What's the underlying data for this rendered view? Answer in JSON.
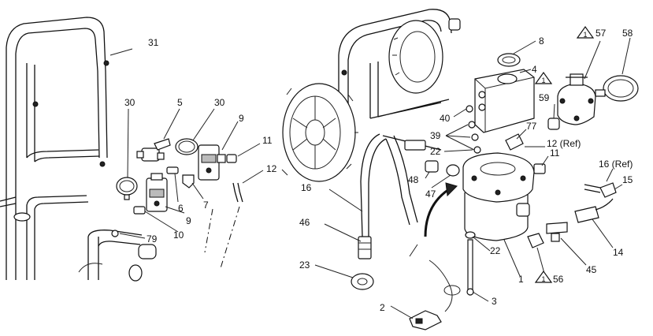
{
  "callouts": [
    {
      "id": "31",
      "text": "31"
    },
    {
      "id": "30a",
      "text": "30"
    },
    {
      "id": "5",
      "text": "5"
    },
    {
      "id": "30b",
      "text": "30"
    },
    {
      "id": "9a",
      "text": "9"
    },
    {
      "id": "11a",
      "text": "11"
    },
    {
      "id": "12a",
      "text": "12"
    },
    {
      "id": "6",
      "text": "6"
    },
    {
      "id": "9b",
      "text": "9"
    },
    {
      "id": "7",
      "text": "7"
    },
    {
      "id": "10",
      "text": "10"
    },
    {
      "id": "79",
      "text": "79"
    },
    {
      "id": "8",
      "text": "8"
    },
    {
      "id": "57",
      "text": "57"
    },
    {
      "id": "58",
      "text": "58"
    },
    {
      "id": "4",
      "text": "4"
    },
    {
      "id": "59",
      "text": "59"
    },
    {
      "id": "40",
      "text": "40"
    },
    {
      "id": "39",
      "text": "39"
    },
    {
      "id": "77",
      "text": "77"
    },
    {
      "id": "22a",
      "text": "22"
    },
    {
      "id": "12ref",
      "text": "12 (Ref)"
    },
    {
      "id": "11b",
      "text": "11"
    },
    {
      "id": "16ref",
      "text": "16 (Ref)"
    },
    {
      "id": "15",
      "text": "15"
    },
    {
      "id": "48",
      "text": "48"
    },
    {
      "id": "47",
      "text": "47"
    },
    {
      "id": "16",
      "text": "16"
    },
    {
      "id": "46",
      "text": "46"
    },
    {
      "id": "22b",
      "text": "22"
    },
    {
      "id": "23",
      "text": "23"
    },
    {
      "id": "14",
      "text": "14"
    },
    {
      "id": "45",
      "text": "45"
    },
    {
      "id": "56",
      "text": "56"
    },
    {
      "id": "1",
      "text": "1"
    },
    {
      "id": "2",
      "text": "2"
    },
    {
      "id": "3",
      "text": "3"
    }
  ],
  "warning_marks": [
    {
      "id": "w57",
      "text": "1"
    },
    {
      "id": "w59",
      "text": "1"
    },
    {
      "id": "w56",
      "text": "1"
    }
  ]
}
